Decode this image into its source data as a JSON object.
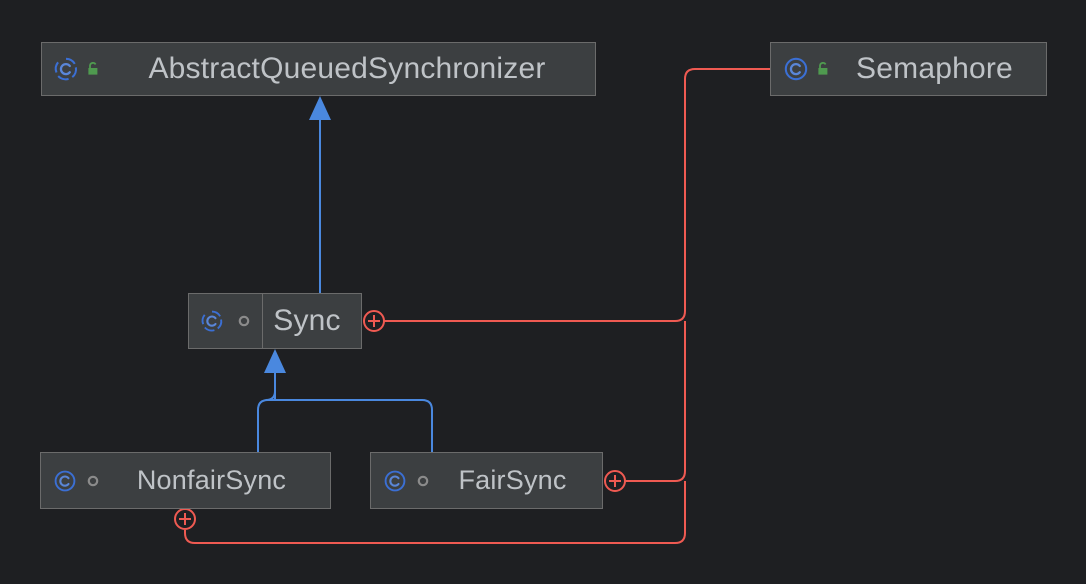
{
  "diagram": {
    "title": "Java Semaphore class hierarchy diagram",
    "background_color": "#1e1f22",
    "node_fill_color": "#3c3f41",
    "node_border_color": "#6b6b6b",
    "text_color": "#bfc3c7",
    "inheritance_edge_color": "#4a88df",
    "association_edge_color": "#ef5a52",
    "class_icon_color": "#3b6fd4",
    "public_lock_color": "#4f9a4f",
    "package_dot_color": "#8b8b8b"
  },
  "nodes": [
    {
      "id": "abstract-queued-synchronizer",
      "label": "AbstractQueuedSynchronizer",
      "class_icon": "abstract-class-icon",
      "visibility_icon": "public-unlocked-icon",
      "visibility": "public",
      "has_divider": false,
      "connector": null
    },
    {
      "id": "semaphore",
      "label": "Semaphore",
      "class_icon": "class-icon",
      "visibility_icon": "public-unlocked-icon",
      "visibility": "public",
      "has_divider": false,
      "connector": null
    },
    {
      "id": "sync",
      "label": "Sync",
      "class_icon": "abstract-class-icon",
      "visibility_icon": "package-private-dot-icon",
      "visibility": "package-private",
      "has_divider": true,
      "connector": "expand-plus-icon"
    },
    {
      "id": "nonfair-sync",
      "label": "NonfairSync",
      "class_icon": "class-icon",
      "visibility_icon": "package-private-dot-icon",
      "visibility": "package-private",
      "has_divider": false,
      "connector": "expand-plus-icon"
    },
    {
      "id": "fair-sync",
      "label": "FairSync",
      "class_icon": "class-icon",
      "visibility_icon": "package-private-dot-icon",
      "visibility": "package-private",
      "has_divider": false,
      "connector": "expand-plus-icon"
    }
  ],
  "edges": [
    {
      "id": "sync-extends-aqs",
      "from": "sync",
      "to": "abstract-queued-synchronizer",
      "type": "inheritance",
      "color": "#4a88df"
    },
    {
      "id": "nonfair-extends-sync",
      "from": "nonfair-sync",
      "to": "sync",
      "type": "inheritance",
      "color": "#4a88df"
    },
    {
      "id": "fair-extends-sync",
      "from": "fair-sync",
      "to": "sync",
      "type": "inheritance",
      "color": "#4a88df"
    },
    {
      "id": "semaphore-uses-sync",
      "from": "sync",
      "to": "semaphore",
      "type": "association",
      "color": "#ef5a52"
    },
    {
      "id": "semaphore-uses-fair",
      "from": "fair-sync",
      "to": "semaphore",
      "type": "association",
      "color": "#ef5a52"
    },
    {
      "id": "semaphore-uses-nonfair",
      "from": "nonfair-sync",
      "to": "semaphore",
      "type": "association",
      "color": "#ef5a52"
    }
  ]
}
